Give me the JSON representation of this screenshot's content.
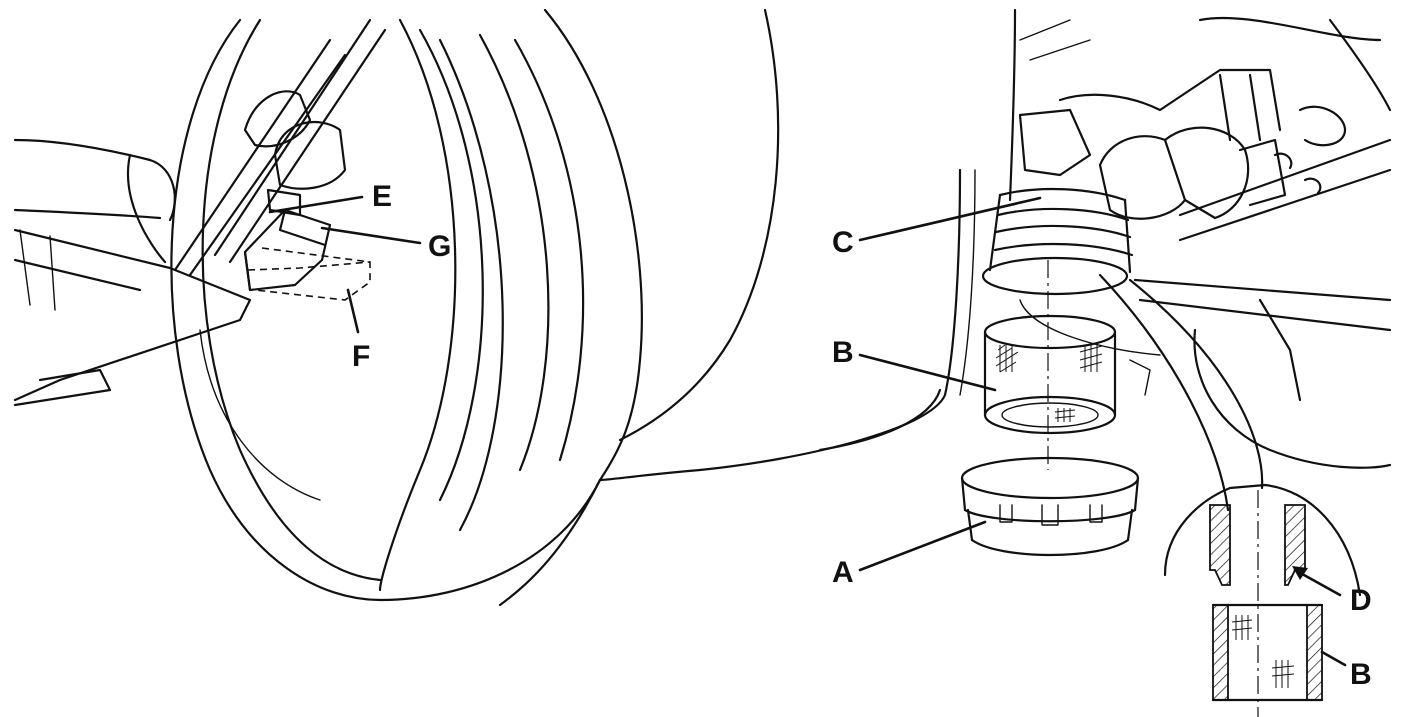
{
  "labels": {
    "a": "A",
    "b": "B",
    "b_detail": "B",
    "c": "C",
    "d": "D",
    "e": "E",
    "f": "F",
    "g": "G"
  },
  "colors": {
    "line": "#111111",
    "background": "#ffffff"
  }
}
